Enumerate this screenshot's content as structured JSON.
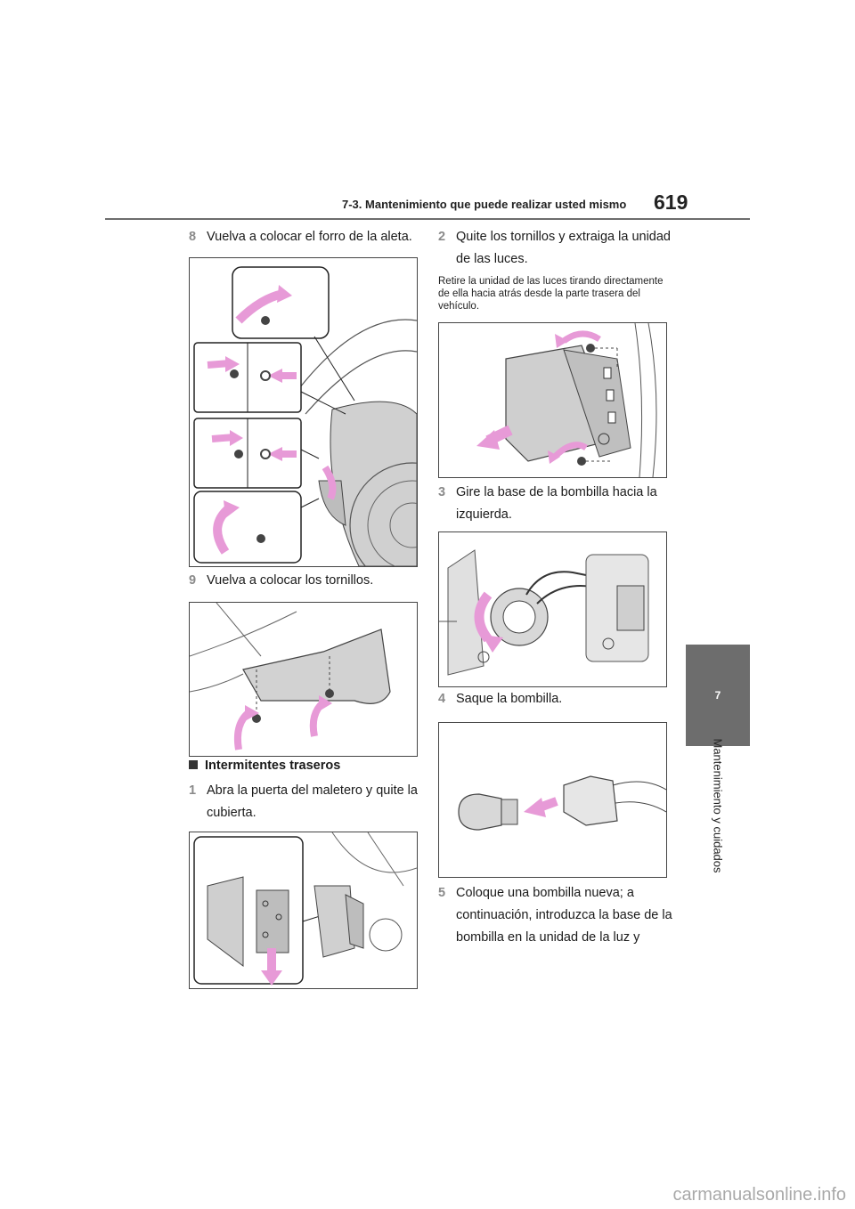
{
  "header": {
    "title": "7-3. Mantenimiento que puede realizar usted mismo",
    "page_number": "619"
  },
  "chapter": {
    "number": "7",
    "label": "Mantenimiento y cuidados"
  },
  "left_column": {
    "step8": {
      "num": "8",
      "text": "Vuelva a colocar el forro de la aleta."
    },
    "step9": {
      "num": "9",
      "text": "Vuelva a colocar los tornillos."
    },
    "section_title": "Intermitentes traseros",
    "step1": {
      "num": "1",
      "text": "Abra la puerta del maletero y quite la cubierta."
    }
  },
  "right_column": {
    "step2": {
      "num": "2",
      "text": "Quite los tornillos y extraiga la unidad de las luces."
    },
    "note": "Retire la unidad de las luces tirando directamente de ella hacia atrás desde la parte trasera del vehículo.",
    "step3": {
      "num": "3",
      "text": "Gire la base de la bombilla hacia la izquierda."
    },
    "step4": {
      "num": "4",
      "text": "Saque la bombilla."
    },
    "step5": {
      "num": "5",
      "text": "Coloque una bombilla nueva; a continuación, introduzca la base de la bombilla en la unidad de la luz y"
    }
  },
  "colors": {
    "accent_arrow": "#e79ad7",
    "tab_gray": "#6d6d6d"
  },
  "watermark": "carmanualsonline.info"
}
